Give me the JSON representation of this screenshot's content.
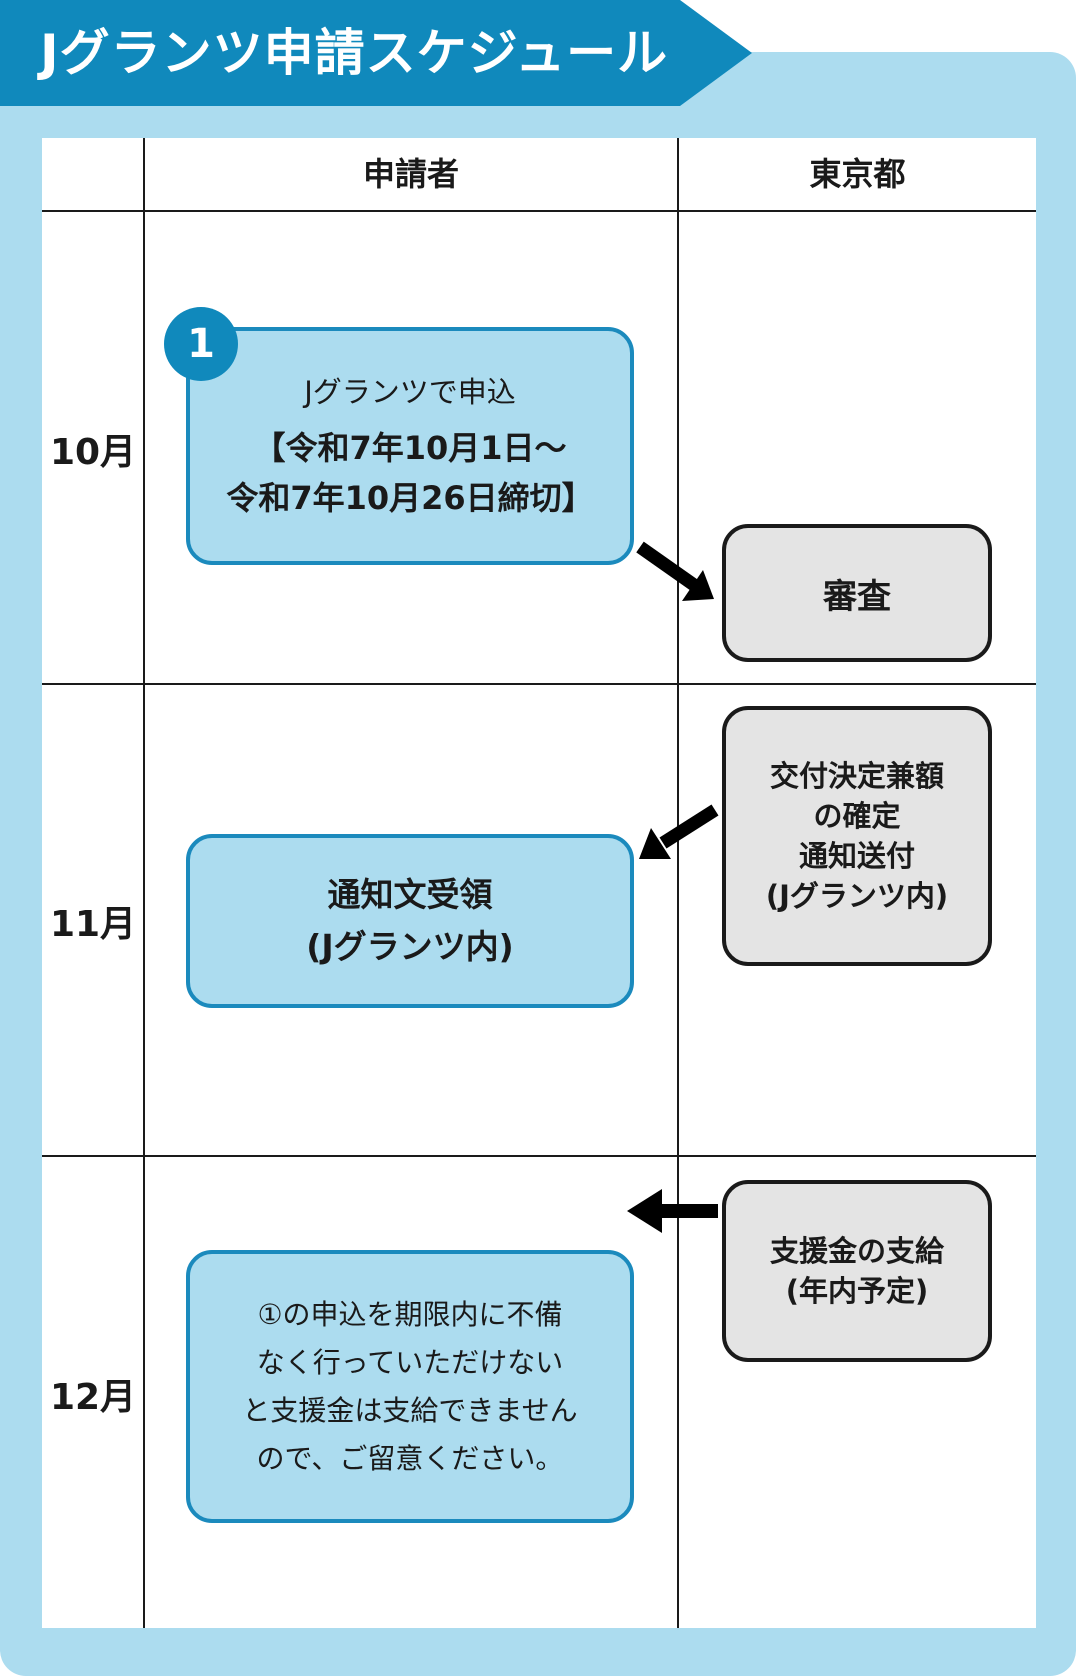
{
  "title": "Jグランツ申請スケジュール",
  "table": {
    "columns": [
      "",
      "申請者",
      "東京都"
    ],
    "months": [
      "10月",
      "11月",
      "12月"
    ]
  },
  "boxes": {
    "apply": {
      "badge": "1",
      "line1": "Jグランツで申込",
      "line2": "【令和7年10月1日～",
      "line3": "令和7年10月26日締切】"
    },
    "review": {
      "label": "審査"
    },
    "decision": {
      "lines": [
        "交付決定兼額",
        "の確定",
        "通知送付",
        "(Jグランツ内)"
      ]
    },
    "receipt": {
      "lines": [
        "通知文受領",
        "(Jグランツ内)"
      ]
    },
    "payment": {
      "lines": [
        "支援金の支給",
        "(年内予定)"
      ]
    },
    "notice": {
      "lines": [
        "①の申込を期限内に不備",
        "なく行っていただけない",
        "と支援金は支給できません",
        "ので、ご留意ください。"
      ]
    }
  },
  "colors": {
    "banner": "#1089bc",
    "frame": "#acdcef",
    "applicant_box_fill": "#acdcef",
    "applicant_box_border": "#1b8abd",
    "tokyo_box_fill": "#e4e4e4",
    "arrow": "#000000"
  }
}
